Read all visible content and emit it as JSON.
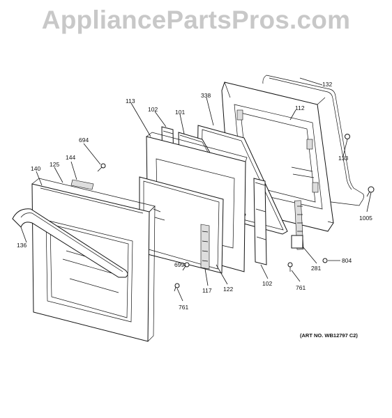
{
  "watermark": "AppliancePartsPros.com",
  "art_number": "(ART NO. WB12797 C2)",
  "callouts": {
    "c132": "132",
    "c338": "338",
    "c113": "113",
    "c102a": "102",
    "c101": "101",
    "c112": "112",
    "c694": "694",
    "c133": "133",
    "c144": "144",
    "c140": "140",
    "c125": "125",
    "c1005": "1005",
    "c136": "136",
    "c804": "804",
    "c699": "699",
    "c281": "281",
    "c102b": "102",
    "c117": "117",
    "c122": "122",
    "c761a": "761",
    "c761b": "761"
  }
}
